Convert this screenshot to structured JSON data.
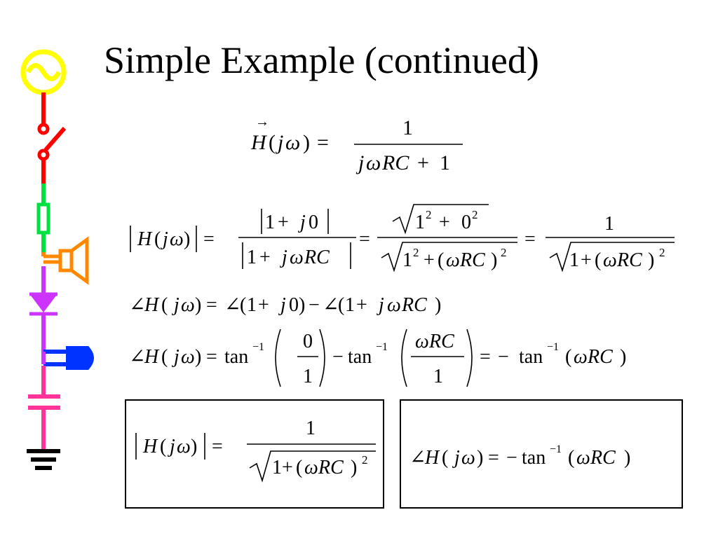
{
  "slide": {
    "title": "Simple Example (continued)"
  },
  "symbols": {
    "H": "H",
    "j": "j",
    "omega": "ω",
    "RC": "RC",
    "angle": "∠",
    "tan": "tan",
    "one": "1",
    "zero": "0",
    "two": "2",
    "minus_one": "−1",
    "equals": "=",
    "plus": "+",
    "minus": "−",
    "lparen": "(",
    "rparen": ")",
    "vec_arrow": "→"
  },
  "circuit_icons": [
    "ac-source-icon",
    "switch-icon",
    "resistor-icon",
    "speaker-icon",
    "diode-icon",
    "lamp-icon",
    "capacitor-icon",
    "ground-icon"
  ],
  "colors": {
    "source": "#ffff00",
    "switch": "#ff0000",
    "resistor": "#00e040",
    "speaker": "#ff8800",
    "diode": "#cc33ff",
    "lamp": "#0033ff",
    "capacitor": "#ff3399"
  }
}
